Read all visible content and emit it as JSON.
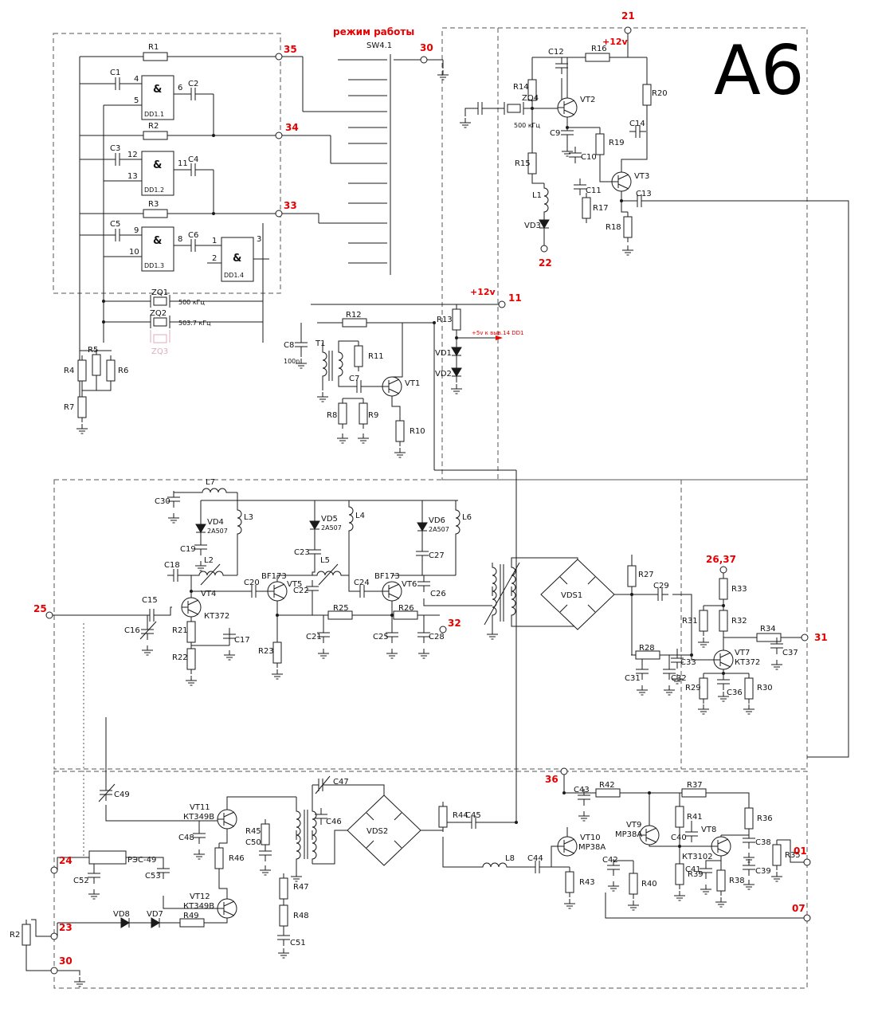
{
  "title": "A6",
  "header": {
    "mode_label": "режим работы",
    "switch_label": "SW4.1"
  },
  "power": {
    "p12_top": "+12v",
    "p12_mid": "+12v",
    "note5v": "+5v к выв.14 DD1"
  },
  "terminals": {
    "t21": "21",
    "t22": "22",
    "t30_top": "30",
    "t35": "35",
    "t34": "34",
    "t33": "33",
    "t11": "11",
    "t25": "25",
    "t32": "32",
    "t26_37": "26,37",
    "t31": "31",
    "t36": "36",
    "t24": "24",
    "t23": "23",
    "t30_bot": "30",
    "t01": "01",
    "t07": "07"
  },
  "gates": {
    "dd11": {
      "label": "DD1.1",
      "sym": "&",
      "pinA": "4",
      "pinB": "5",
      "pinOut": "6"
    },
    "dd12": {
      "label": "DD1.2",
      "sym": "&",
      "pinA": "12",
      "pinB": "13",
      "pinOut": "11"
    },
    "dd13": {
      "label": "DD1.3",
      "sym": "&",
      "pinA": "9",
      "pinB": "10",
      "pinOut": "8"
    },
    "dd14": {
      "label": "DD1.4",
      "sym": "&",
      "pinA": "1",
      "pinB": "2",
      "pinOut": "3"
    }
  },
  "c": {
    "R1": "R1",
    "R2": "R2",
    "R3": "R3",
    "R4": "R4",
    "R5": "R5",
    "R6": "R6",
    "R7": "R7",
    "R8": "R8",
    "R9": "R9",
    "R10": "R10",
    "R11": "R11",
    "R12": "R12",
    "R13": "R13",
    "R14": "R14",
    "R15": "R15",
    "R16": "R16",
    "R17": "R17",
    "R18": "R18",
    "R19": "R19",
    "R20": "R20",
    "R21": "R21",
    "R22": "R22",
    "R23": "R23",
    "R25": "R25",
    "R26": "R26",
    "R27": "R27",
    "R28": "R28",
    "R29": "R29",
    "R30": "R30",
    "R31": "R31",
    "R32": "R32",
    "R33": "R33",
    "R34": "R34",
    "R35": "R35",
    "R36": "R36",
    "R37": "R37",
    "R38": "R38",
    "R39": "R39",
    "R40": "R40",
    "R41": "R41",
    "R42": "R42",
    "R43": "R43",
    "R44": "R44",
    "R45": "R45",
    "R46": "R46",
    "R47": "R47",
    "R48": "R48",
    "R49": "R49",
    "R2b": "R2",
    "C1": "C1",
    "C2": "C2",
    "C3": "C3",
    "C4": "C4",
    "C5": "C5",
    "C6": "C6",
    "C7": "C7",
    "C8": "C8",
    "C8v": "100n",
    "C9": "C9",
    "C10": "C10",
    "C11": "C11",
    "C12": "C12",
    "C13": "C13",
    "C14": "C14",
    "C15": "C15",
    "C16": "C16",
    "C17": "C17",
    "C18": "C18",
    "C19": "C19",
    "C20": "C20",
    "C21": "C21",
    "C22": "C22",
    "C23": "C23",
    "C24": "C24",
    "C25": "C25",
    "C26": "C26",
    "C27": "C27",
    "C28": "C28",
    "C29": "C29",
    "C30": "C30",
    "C31": "C31",
    "C32": "C32",
    "C33": "C33",
    "C36": "C36",
    "C37": "C37",
    "C38": "C38",
    "C39": "C39",
    "C40": "C40",
    "C41": "C41",
    "C42": "C42",
    "C43": "C43",
    "C44": "C44",
    "C45": "C45",
    "C46": "C46",
    "C47": "C47",
    "C48": "C48",
    "C49": "C49",
    "C50": "C50",
    "C51": "C51",
    "C52": "C52",
    "C53": "C53",
    "VT1": "VT1",
    "VT2": "VT2",
    "VT3": "VT3",
    "VT4": "VT4",
    "VT5": "VT5",
    "VT6": "VT6",
    "VT7": "VT7",
    "VT8": "VT8",
    "VT9": "VT9",
    "VT10": "VT10",
    "VT11": "VT11",
    "VT12": "VT12",
    "VT4t": "КТ372",
    "VT5t": "BF173",
    "VT6t": "BF173",
    "VT7t": "КТ372",
    "VT8t": "КТ3102",
    "VT9t": "МР38А",
    "VT10t": "МР38А",
    "VT11t": "КТ349В",
    "VT12t": "КТ349В",
    "VD1": "VD1",
    "VD2": "VD2",
    "VD3": "VD3",
    "VD4": "VD4",
    "VD5": "VD5",
    "VD6": "VD6",
    "VD7": "VD7",
    "VD8": "VD8",
    "VD4t": "2A507",
    "VD5t": "2A507",
    "VD6t": "2A507",
    "VDS1": "VDS1",
    "VDS2": "VDS2",
    "ZQ1": "ZQ1",
    "ZQ1f": "500 кГц",
    "ZQ2": "ZQ2",
    "ZQ2f": "503.7 кГц",
    "ZQ3": "ZQ3",
    "ZQ4": "ZQ4",
    "ZQ4f": "500 кГц",
    "L1": "L1",
    "L2": "L2",
    "L3": "L3",
    "L4": "L4",
    "L5": "L5",
    "L6": "L6",
    "L7": "L7",
    "L8": "L8",
    "T1": "T1",
    "RELAY": "РЭС-49"
  }
}
